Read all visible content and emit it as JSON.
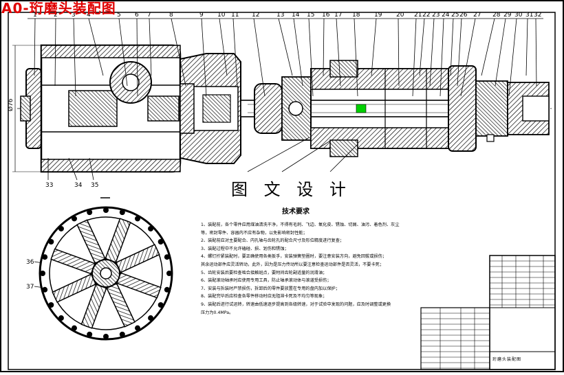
{
  "title": "A0-珩磨头装配图",
  "watermark": "图 文 设 计",
  "tech_requirements": {
    "heading": "技术要求",
    "items": [
      "1、装配前，各个零件应用煤油清洗干净，不得有毛刺、飞边、氧化皮、锈蚀、切屑、油污、着色剂、灰尘",
      "等，密封零件、容器内不应有杂物，以免影响密封性能；",
      "2、装配前应对主要配合、内孔轴与齿轮孔的配合尺寸及形位精度进行复查；",
      "3、装配过程中不允许磕碰、损、划伤和锈蚀；",
      "4、螺钉拧紧装配时，要正确使用各类扳手，安装弹簧垫圈时，要注意安装方向，避免回拔或损伤；",
      "其余运动部件应灵活转动，此外，因为是压力传动所以要注意检查运动部件是否灵活，不要卡死；",
      "5、齿轮安装后要检查啮合接触斑点，要附间齿轮副适量的润滑油；",
      "6、装配滚动轴承时应使用专用工具，防止轴承滚动体与滚道受损伤；",
      "7、安装与拆装时严禁损伤，拆卸后的零件要放置在专用的盘内加以保护；",
      "8、装配完毕后应检查各零件移动时应无阻滞卡死及不均匀等现象；",
      "9、装配后进行试运转，转速由低速逐步提高到各级转速，对于试验中发现的问题，应及时调整或更换",
      "压力为0.4MPa。"
    ]
  },
  "part_numbers": [
    "1",
    "2",
    "3",
    "4",
    "5",
    "6",
    "7",
    "8",
    "9",
    "10",
    "11",
    "12",
    "13",
    "14",
    "15",
    "16",
    "17",
    "18",
    "19",
    "20",
    "21",
    "22",
    "23",
    "24",
    "25",
    "26",
    "27",
    "28",
    "29",
    "30",
    "31",
    "32"
  ],
  "lower_part_numbers": [
    "33",
    "34",
    "35"
  ],
  "section_part_numbers": [
    "36",
    "37"
  ],
  "dimension_label": "Ø76",
  "title_block_text": "珩磨头装配图"
}
